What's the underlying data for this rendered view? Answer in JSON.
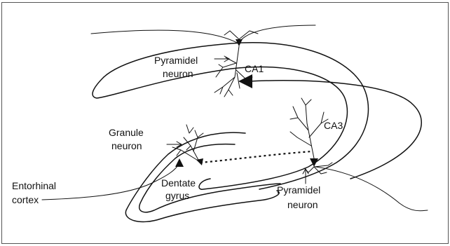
{
  "labels": {
    "pyramidal_ca1_line1": "Pyramidel",
    "pyramidal_ca1_line2": "neuron",
    "ca1": "CA1",
    "ca3": "CA3",
    "granule_line1": "Granule",
    "granule_line2": "neuron",
    "entorhinal_line1": "Entorhinal",
    "entorhinal_line2": "cortex",
    "dentate_line1": "Dentate",
    "dentate_line2": "gyrus",
    "pyramidal_ca3_line1": "Pyramidel",
    "pyramidal_ca3_line2": "neuron"
  },
  "colors": {
    "ink": "#111111",
    "frame": "#555555",
    "background": "#ffffff"
  }
}
